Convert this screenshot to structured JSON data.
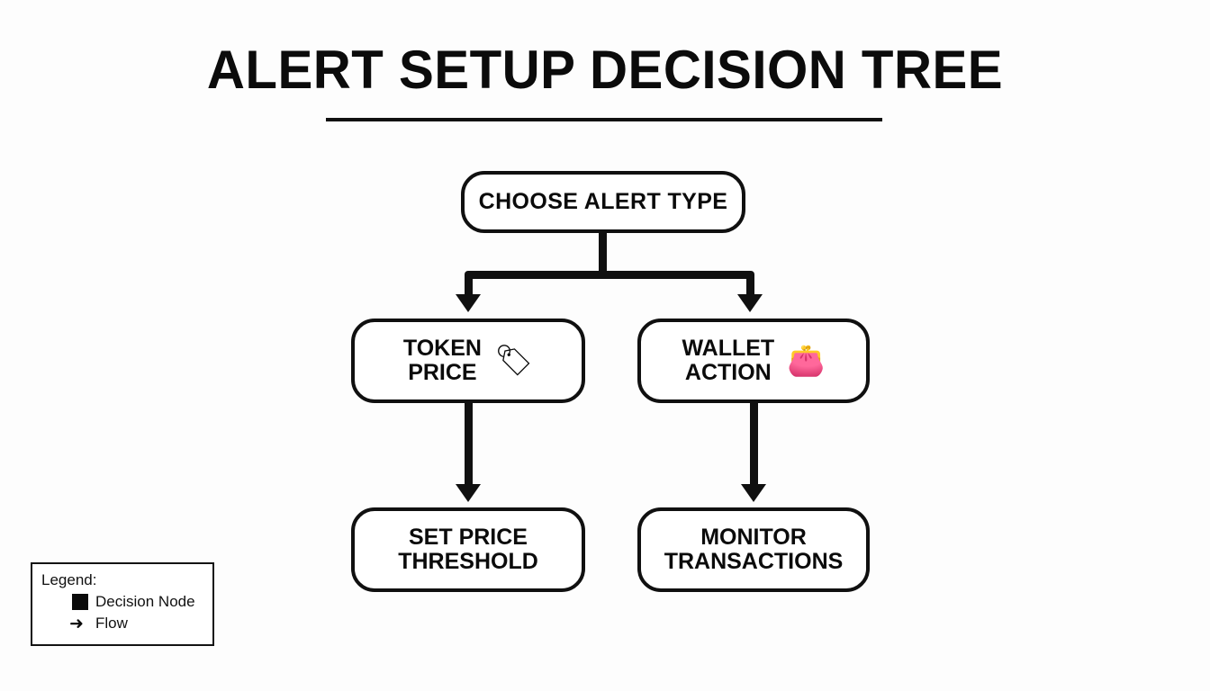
{
  "page": {
    "title": "ALERT SETUP DECISION TREE",
    "background_color": "#fdfdfd",
    "ink_color": "#101010"
  },
  "diagram": {
    "type": "decision-tree",
    "nodes": [
      {
        "id": "root",
        "label": "CHOOSE ALERT TYPE",
        "icon": "",
        "icon_name": "none"
      },
      {
        "id": "token-price",
        "label": "TOKEN\nPRICE",
        "icon": "🏷",
        "icon_name": "price-tag-icon"
      },
      {
        "id": "wallet-action",
        "label": "WALLET\nACTION",
        "icon": "👛",
        "icon_name": "wallet-icon"
      },
      {
        "id": "set-price-threshold",
        "label": "SET PRICE\nTHRESHOLD",
        "icon": "",
        "icon_name": "none"
      },
      {
        "id": "monitor-transactions",
        "label": "MONITOR\nTRANSACTIONS",
        "icon": "",
        "icon_name": "none"
      }
    ],
    "edges": [
      {
        "from": "root",
        "to": "token-price"
      },
      {
        "from": "root",
        "to": "wallet-action"
      },
      {
        "from": "token-price",
        "to": "set-price-threshold"
      },
      {
        "from": "wallet-action",
        "to": "monitor-transactions"
      }
    ]
  },
  "legend": {
    "title": "Legend:",
    "items": [
      {
        "symbol": "square",
        "label": "Decision Node"
      },
      {
        "symbol": "arrow",
        "glyph": "➜",
        "label": "Flow"
      }
    ]
  }
}
